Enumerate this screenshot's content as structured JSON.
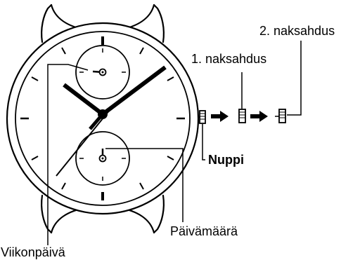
{
  "labels": {
    "click2": "2. naksahdus",
    "click1": "1. naksahdus",
    "crown": "Nuppi",
    "date": "Päivämäärä",
    "weekday": "Viikonpäivä"
  },
  "colors": {
    "line": "#000000",
    "background": "#ffffff"
  }
}
